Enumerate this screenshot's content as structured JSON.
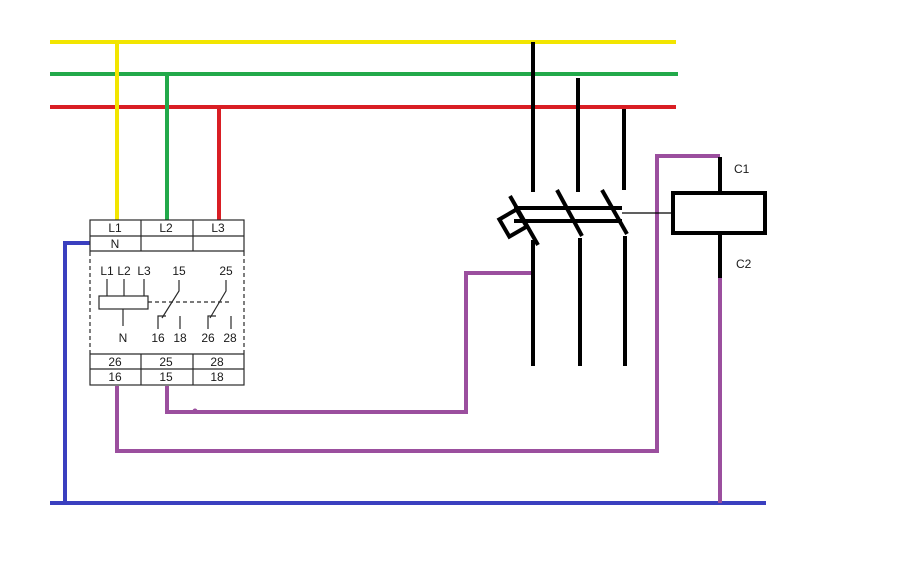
{
  "colors": {
    "L1": "#f2e500",
    "L2": "#22a94a",
    "L3": "#d91e24",
    "neutral": "#3a3fbf",
    "control": "#9b4f9e",
    "switch": "#000000"
  },
  "relay": {
    "top_terminals": [
      "L1",
      "L2",
      "L3"
    ],
    "neutral_terminal": "N",
    "inner": {
      "supply_labels": [
        "L1",
        "L2",
        "L3"
      ],
      "coil_neutral": "N",
      "contact1_common": "15",
      "contact1_outputs": [
        "16",
        "18"
      ],
      "contact2_common": "25",
      "contact2_outputs": [
        "26",
        "28"
      ]
    },
    "bottom_row1": [
      "26",
      "25",
      "28"
    ],
    "bottom_row2": [
      "16",
      "15",
      "18"
    ]
  },
  "contactor": {
    "coil_top_label": "C1",
    "coil_bottom_label": "C2"
  }
}
